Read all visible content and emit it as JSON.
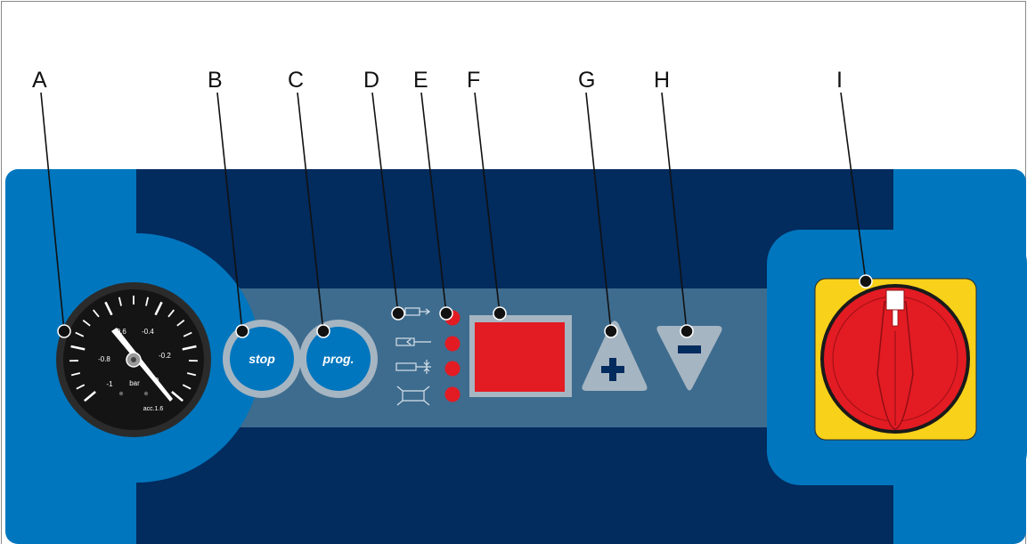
{
  "callouts": {
    "a": "A",
    "b": "B",
    "c": "C",
    "d": "D",
    "e": "E",
    "f": "F",
    "g": "G",
    "h": "H",
    "i": "I"
  },
  "gauge": {
    "scale_labels": [
      "-1",
      "-0.8",
      "-0.6",
      "-0.4",
      "-0.2",
      "0"
    ],
    "unit": "bar",
    "range_text": "acc.1.6"
  },
  "buttons": {
    "stop_label": "stop",
    "prog_label": "prog."
  },
  "mode_indicators": {
    "icons": [
      "clamp-open-icon",
      "jaw-in-icon",
      "jaw-clamp-icon",
      "bead-breaker-icon"
    ]
  },
  "display": {
    "value": ""
  },
  "icons": {
    "increase": "plus-icon",
    "decrease": "minus-icon",
    "main_switch": "rotary-switch-icon"
  },
  "colors": {
    "panel_blue": "#0076BE",
    "panel_dark": "#022B5E",
    "strip": "#3E6C8E",
    "button_ring": "#A6B5C2",
    "button_fill": "#0076BE",
    "led_red": "#E31B23",
    "display_red": "#E31B23",
    "switch_yellow": "#F7D11A",
    "switch_red": "#E31B23"
  }
}
